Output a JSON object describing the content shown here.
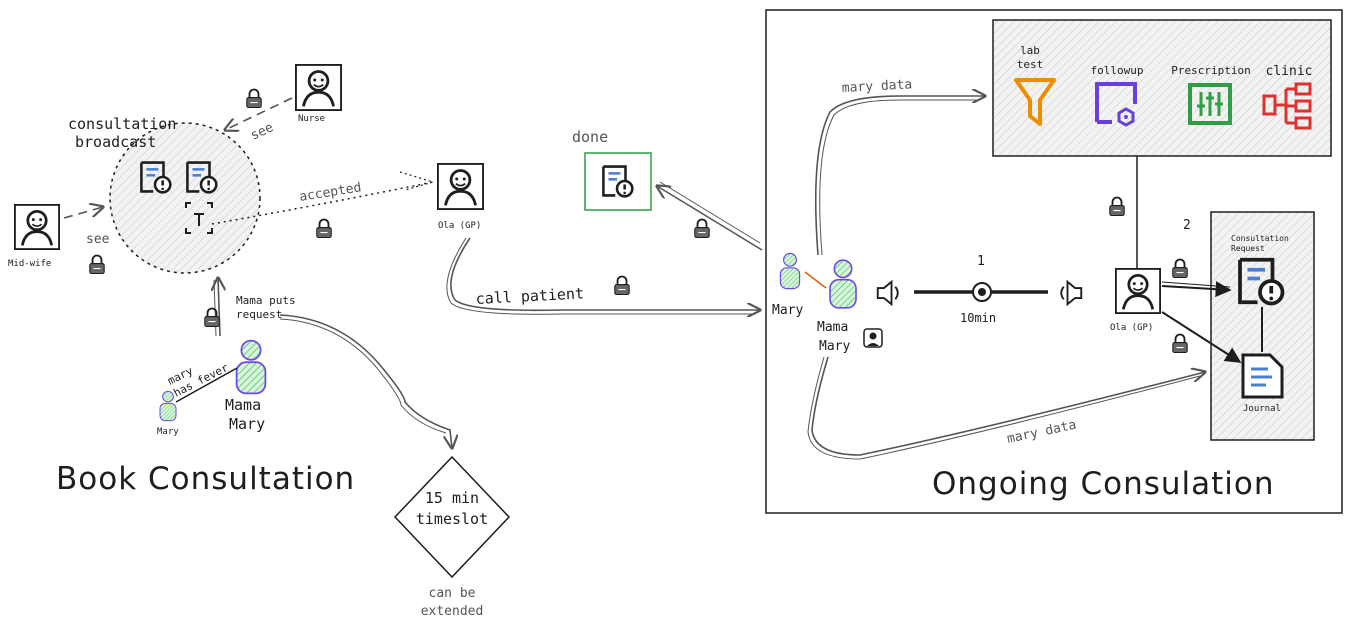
{
  "sections": {
    "book": "Book Consultation",
    "ongoing": "Ongoing Consulation"
  },
  "broadcast": {
    "title_line1": "consultation",
    "title_line2": "broadcast"
  },
  "actors": {
    "nurse": "Nurse",
    "midwife": "Mid-wife",
    "ola_left": "Ola (GP)",
    "ola_right": "Ola (GP)",
    "mama_left_l1": "Mama",
    "mama_left_l2": "Mary",
    "mary_left": "Mary",
    "mary_right": "Mary",
    "mama_right_l1": "Mama",
    "mama_right_l2": "Mary"
  },
  "edges": {
    "see_nurse": "see",
    "see_midwife": "see",
    "accepted": "accepted",
    "mama_puts_l1": "Mama puts",
    "mama_puts_l2": "request",
    "mary_fever_l1": "mary",
    "mary_fever_l2": "has fever",
    "call_patient": "call patient",
    "mary_data_top": "mary data",
    "mary_data_bottom": "mary data"
  },
  "timeslot": {
    "line1": "15 min",
    "line2": "timeslot",
    "note_l1": "can be",
    "note_l2": "extended"
  },
  "done": "done",
  "timeline": {
    "marker": "1",
    "duration": "10min"
  },
  "tools": {
    "lab_l1": "lab",
    "lab_l2": "test",
    "followup": "followup",
    "prescription": "Prescription",
    "clinic": "clinic"
  },
  "docs": {
    "step": "2",
    "request_l1": "Consultation",
    "request_l2": "Request",
    "journal": "Journal"
  },
  "colors": {
    "lab": "#f08c00",
    "followup": "#6741d9",
    "prescription": "#2f9e44",
    "clinic": "#e03131",
    "doc_blue": "#4a7fd4",
    "person_green": "#40c057",
    "person_purple": "#7048e8",
    "done_border": "#2f9e44"
  }
}
